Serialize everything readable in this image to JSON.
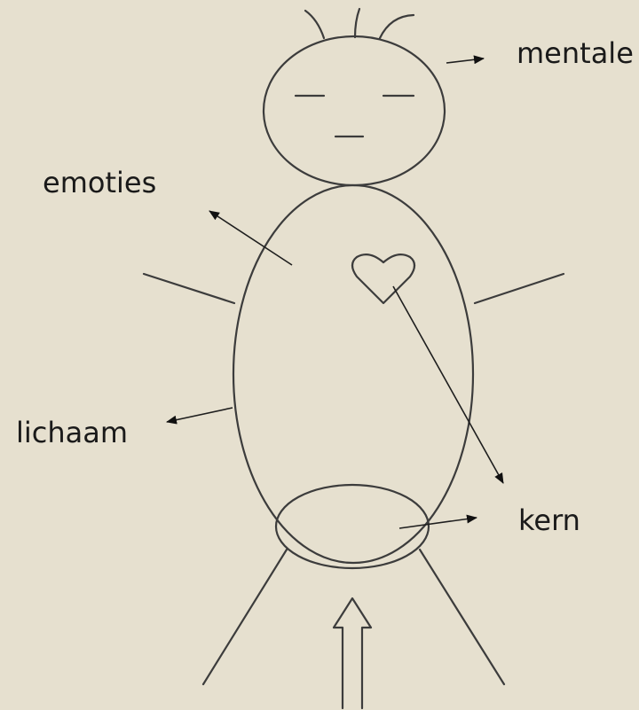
{
  "colors": {
    "background": "#e6e0cf",
    "line": "#3c3c3c",
    "arrow": "#111111"
  },
  "labels": {
    "mentale": "mentale",
    "emoties": "emoties",
    "lichaam": "lichaam",
    "kern": "kern"
  }
}
